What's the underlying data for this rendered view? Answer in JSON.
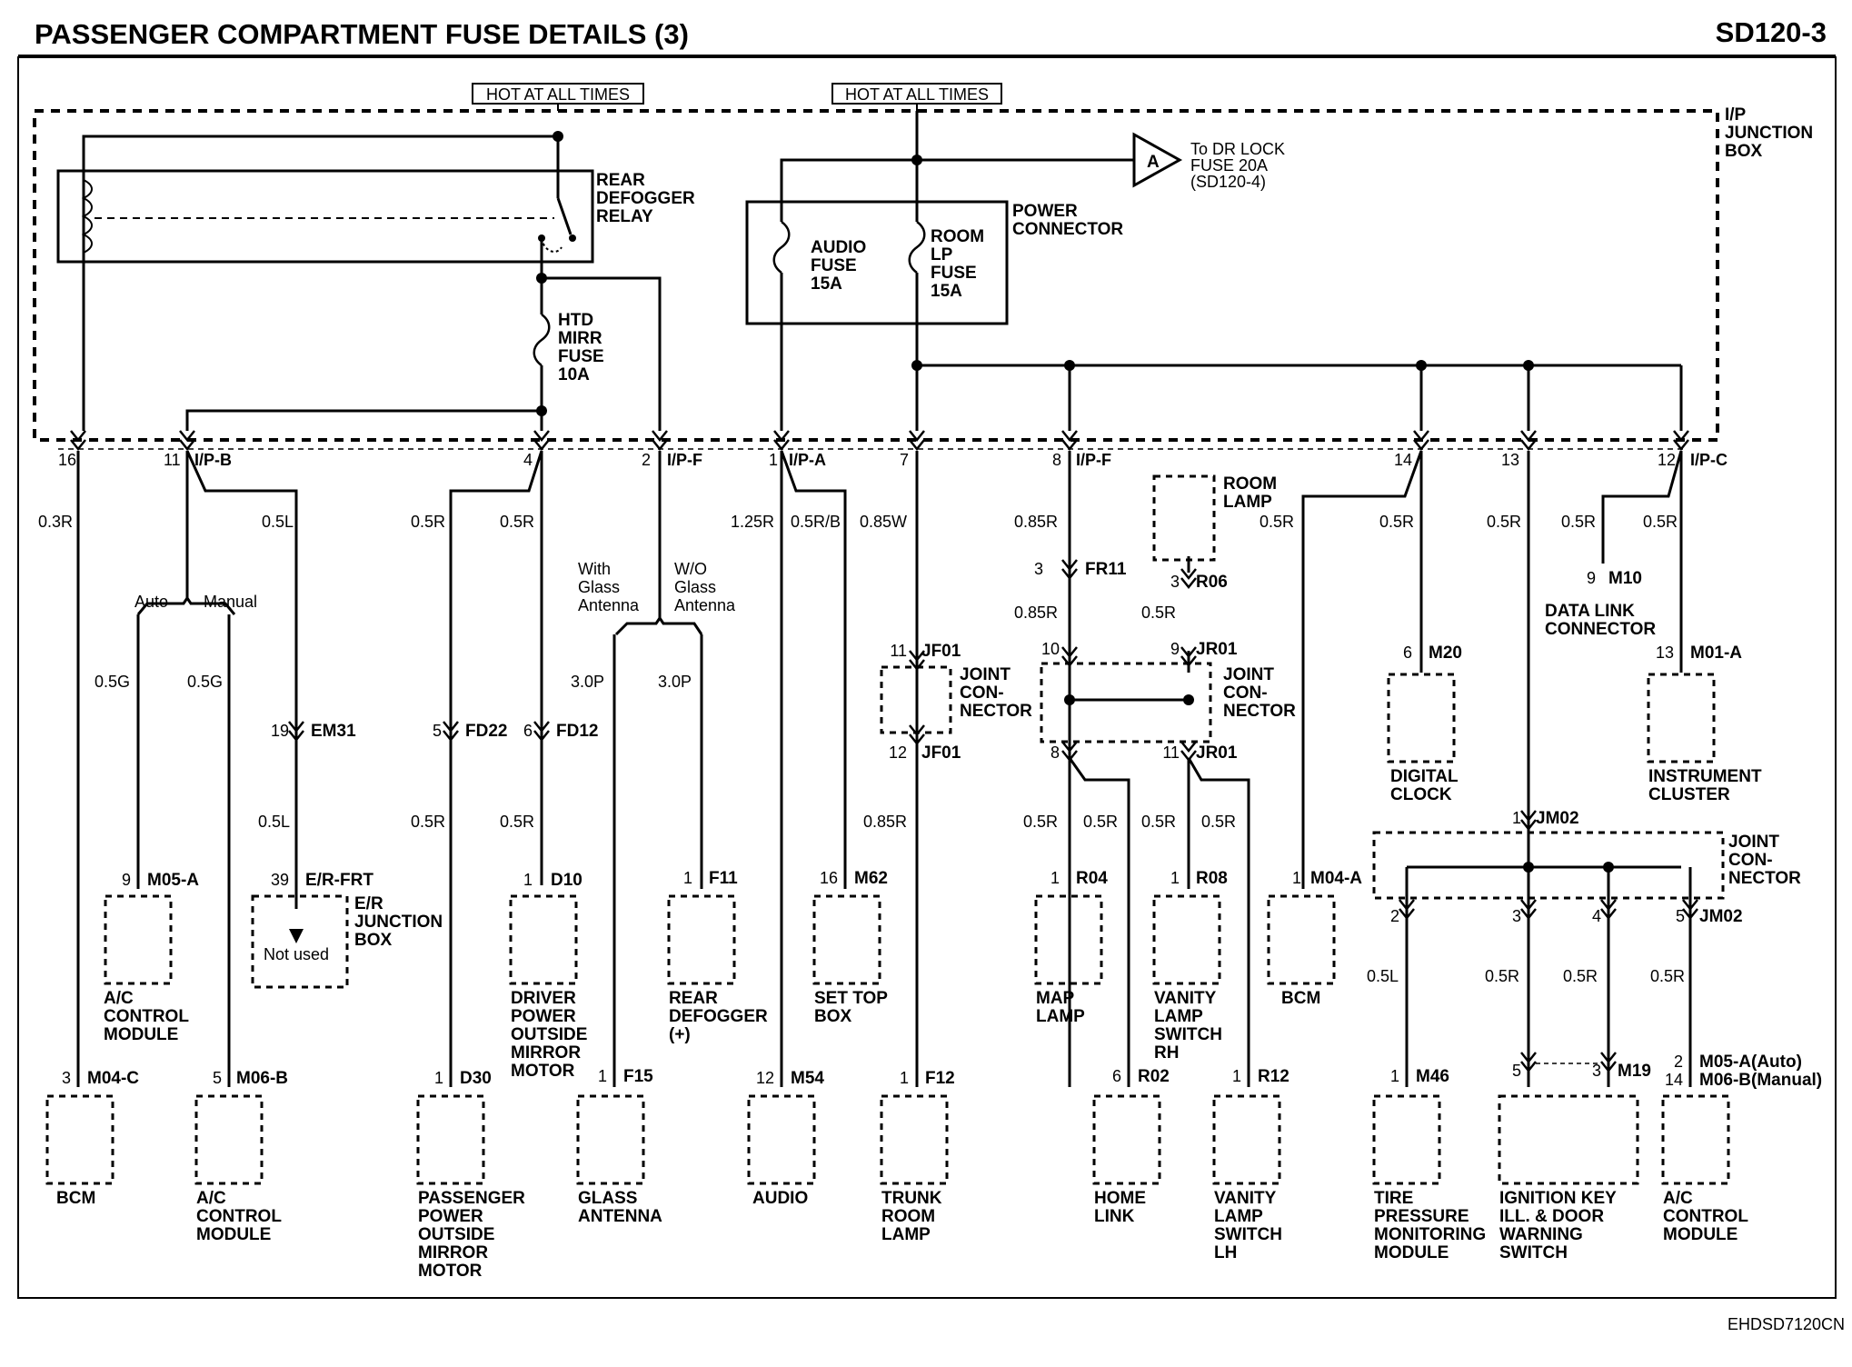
{
  "header": {
    "title": "PASSENGER COMPARTMENT FUSE DETAILS (3)",
    "page_code": "SD120-3"
  },
  "footer_code": "EHDSD7120CN",
  "power": {
    "hot_left": "HOT AT ALL TIMES",
    "hot_right": "HOT AT ALL TIMES"
  },
  "junction_box": [
    "I/P",
    "JUNCTION",
    "BOX"
  ],
  "relay": [
    "REAR",
    "DEFOGGER",
    "RELAY"
  ],
  "htd_fuse": [
    "HTD",
    "MIRR",
    "FUSE",
    "10A"
  ],
  "power_connector": [
    "POWER",
    "CONNECTOR"
  ],
  "audio_fuse": [
    "AUDIO",
    "FUSE",
    "15A"
  ],
  "room_fuse": [
    "ROOM",
    "LP",
    "FUSE",
    "15A"
  ],
  "dr_lock": {
    "letter": "A",
    "lines": [
      "To DR LOCK",
      "FUSE 20A",
      "(SD120-4)"
    ]
  },
  "terminals": [
    {
      "label": "16"
    },
    {
      "label": "11"
    },
    {
      "label": "I/P-B"
    },
    {
      "label": "4"
    },
    {
      "label": "2"
    },
    {
      "label": "I/P-F"
    },
    {
      "label": "1"
    },
    {
      "label": "I/P-A"
    },
    {
      "label": "7"
    },
    {
      "label": "8"
    },
    {
      "label": "I/P-F"
    },
    {
      "label": "14"
    },
    {
      "label": "13"
    },
    {
      "label": "12"
    },
    {
      "label": "I/P-C"
    }
  ],
  "wire_labels": [
    "0.3R",
    "0.5L",
    "0.5R",
    "0.5R",
    "1.25R",
    "0.5R/B",
    "0.85W",
    "0.85R",
    "0.5R",
    "0.5R",
    "0.5R",
    "0.5R",
    "0.5R",
    "0.5G",
    "0.5G",
    "3.0P",
    "3.0P",
    "0.85R",
    "0.5R",
    "0.5L",
    "0.5R",
    "0.5R",
    "0.85R",
    "0.5R",
    "0.5R",
    "0.5R",
    "0.5R",
    "0.5L",
    "0.5R",
    "0.5R",
    "0.5R"
  ],
  "option_labels": [
    "Auto",
    "Manual",
    "With",
    "Glass",
    "Antenna",
    "W/O",
    "Glass",
    "Antenna"
  ],
  "connectors": [
    {
      "pin": "3",
      "code": "FR11"
    },
    {
      "pin": "3",
      "code": "R06"
    },
    {
      "pin": "11",
      "code": "JF01"
    },
    {
      "pin": "12",
      "code": "JF01"
    },
    {
      "pin": "10",
      "code": ""
    },
    {
      "pin": "9",
      "code": "JR01"
    },
    {
      "pin": "8",
      "code": ""
    },
    {
      "pin": "11",
      "code": "JR01"
    },
    {
      "pin": "19",
      "code": "EM31"
    },
    {
      "pin": "5",
      "code": "FD22"
    },
    {
      "pin": "6",
      "code": "FD12"
    },
    {
      "pin": "9",
      "code": "M10"
    },
    {
      "pin": "6",
      "code": "M20"
    },
    {
      "pin": "13",
      "code": "M01-A"
    },
    {
      "pin": "1",
      "code": "JM02"
    },
    {
      "pin": "2",
      "code": ""
    },
    {
      "pin": "3",
      "code": ""
    },
    {
      "pin": "4",
      "code": ""
    },
    {
      "pin": "5",
      "code": "JM02"
    },
    {
      "pin": "9",
      "code": "M05-A"
    },
    {
      "pin": "39",
      "code": "E/R-FRT"
    },
    {
      "pin": "1",
      "code": "D10"
    },
    {
      "pin": "1",
      "code": "F11"
    },
    {
      "pin": "16",
      "code": "M62"
    },
    {
      "pin": "1",
      "code": "R04"
    },
    {
      "pin": "1",
      "code": "R08"
    },
    {
      "pin": "1",
      "code": "M04-A"
    },
    {
      "pin": "3",
      "code": "M04-C"
    },
    {
      "pin": "5",
      "code": "M06-B"
    },
    {
      "pin": "1",
      "code": "D30"
    },
    {
      "pin": "1",
      "code": "F15"
    },
    {
      "pin": "12",
      "code": "M54"
    },
    {
      "pin": "1",
      "code": "F12"
    },
    {
      "pin": "6",
      "code": "R02"
    },
    {
      "pin": "1",
      "code": "R12"
    },
    {
      "pin": "1",
      "code": "M46"
    },
    {
      "pin": "5",
      "code": ""
    },
    {
      "pin": "3",
      "code": "M19"
    },
    {
      "pin": "2",
      "code": "M05-A(Auto)"
    },
    {
      "pin": "14",
      "code": "M06-B(Manual)"
    }
  ],
  "joint_connector": [
    "JOINT",
    "CON-",
    "NECTOR"
  ],
  "room_lamp": [
    "ROOM",
    "LAMP"
  ],
  "er_box": {
    "not_used": "Not used",
    "lines": [
      "E/R",
      "JUNCTION",
      "BOX"
    ]
  },
  "components": {
    "ac_module_mid": [
      "A/C",
      "CONTROL",
      "MODULE"
    ],
    "driver_mirror": [
      "DRIVER",
      "POWER",
      "OUTSIDE",
      "MIRROR",
      "MOTOR"
    ],
    "rear_defogger": [
      "REAR",
      "DEFOGGER",
      "(+)"
    ],
    "set_top": [
      "SET TOP",
      "BOX"
    ],
    "map_lamp": [
      "MAP",
      "LAMP"
    ],
    "vanity_rh": [
      "VANITY",
      "LAMP",
      "SWITCH",
      "RH"
    ],
    "bcm_mid": [
      "BCM"
    ],
    "data_link": [
      "DATA LINK",
      "CONNECTOR"
    ],
    "digital_clock": [
      "DIGITAL",
      "CLOCK"
    ],
    "instrument": [
      "INSTRUMENT",
      "CLUSTER"
    ],
    "bcm_bot": [
      "BCM"
    ],
    "ac_module_bot": [
      "A/C",
      "CONTROL",
      "MODULE"
    ],
    "passenger_mirror": [
      "PASSENGER",
      "POWER",
      "OUTSIDE",
      "MIRROR",
      "MOTOR"
    ],
    "glass_antenna": [
      "GLASS",
      "ANTENNA"
    ],
    "audio": [
      "AUDIO"
    ],
    "trunk_lamp": [
      "TRUNK",
      "ROOM",
      "LAMP"
    ],
    "home_link": [
      "HOME",
      "LINK"
    ],
    "vanity_lh": [
      "VANITY",
      "LAMP",
      "SWITCH",
      "LH"
    ],
    "tpms": [
      "TIRE",
      "PRESSURE",
      "MONITORING",
      "MODULE"
    ],
    "ign_key": [
      "IGNITION KEY",
      "ILL. & DOOR",
      "WARNING",
      "SWITCH"
    ],
    "ac_module_right": [
      "A/C",
      "CONTROL",
      "MODULE"
    ]
  }
}
